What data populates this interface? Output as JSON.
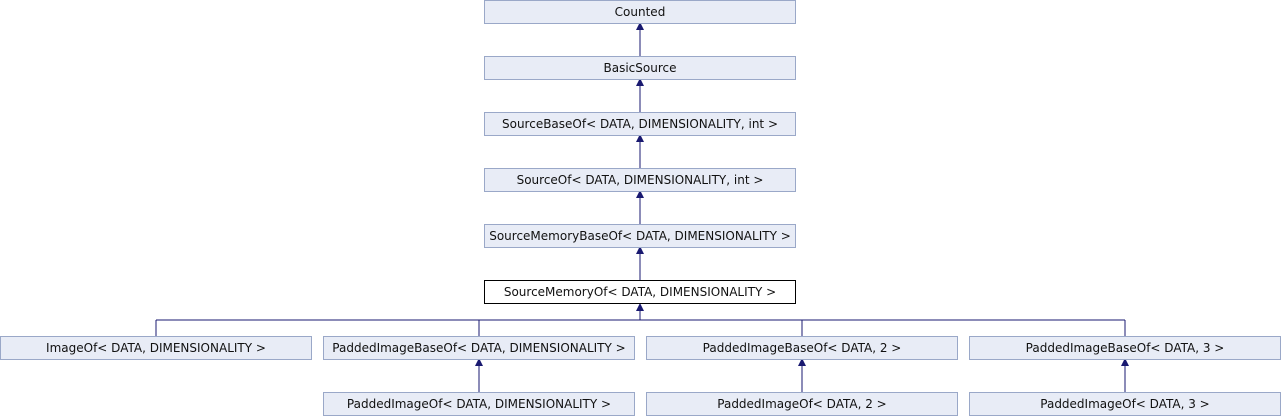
{
  "colors": {
    "node_fill": "#e8ecf6",
    "node_border": "#9aa8c8",
    "current_fill": "#ffffff",
    "current_border": "#000000",
    "edge": "#191970"
  },
  "nodes": {
    "counted": "Counted",
    "basic_source": "BasicSource",
    "source_base_of": "SourceBaseOf< DATA, DIMENSIONALITY, int >",
    "source_of": "SourceOf< DATA, DIMENSIONALITY, int >",
    "source_memory_base_of": "SourceMemoryBaseOf< DATA, DIMENSIONALITY >",
    "source_memory_of": "SourceMemoryOf< DATA, DIMENSIONALITY >",
    "image_of": "ImageOf< DATA, DIMENSIONALITY >",
    "padded_image_base_of": "PaddedImageBaseOf< DATA, DIMENSIONALITY >",
    "padded_image_base_of_2": "PaddedImageBaseOf< DATA, 2 >",
    "padded_image_base_of_3": "PaddedImageBaseOf< DATA, 3 >",
    "padded_image_of": "PaddedImageOf< DATA, DIMENSIONALITY >",
    "padded_image_of_2": "PaddedImageOf< DATA, 2 >",
    "padded_image_of_3": "PaddedImageOf< DATA, 3 >"
  }
}
